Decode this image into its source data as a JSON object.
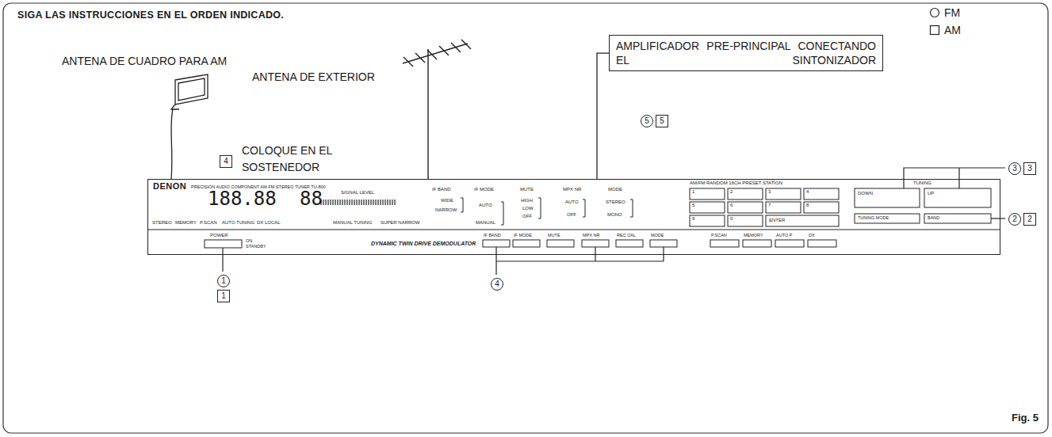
{
  "diagram": {
    "title": "SIGA LAS INSTRUCCIONES EN EL ORDEN INDICADO.",
    "nodes": [
      {
        "text": [
          "AMPLIFICADOR PRE-PRINCIPAL CONECTANDO EL SINTONIZADOR"
        ]
      },
      {
        "text": [
          "DENON",
          "PRECISION AUDIO COMPONENT AM-FM STEREO TUNER TU-800"
        ]
      }
    ],
    "edges": [
      {
        "from": 0,
        "to": 1,
        "arrow": "none"
      }
    ],
    "labels": [
      "ANTENA DE EXTERIOR",
      "ANTENA DE CUADRO PARA AM",
      "COLOQUE EN EL SOSTENEDOR",
      "4",
      "5",
      "5",
      "3",
      "3",
      "2",
      "2",
      "1",
      "1",
      "4",
      "Fig. 5",
      "188.88",
      "88",
      "STEREO",
      "MEMORY",
      "P.SCAN",
      "AUTO TUNING",
      "DX LOCAL",
      "SIGNAL LEVEL",
      "MANUAL TUNING",
      "SUPER NARROW",
      "IF BAND",
      "WIDE",
      "NARROW",
      "IF MODE",
      "AUTO",
      "MANUAL",
      "MUTE",
      "HIGH",
      "LOW",
      "OFF",
      "MPX NR",
      "AUTO",
      "OFF",
      "MODE",
      "STEREO",
      "MONO",
      "AM/FM RANDOM 16CH PRESET STATION",
      "1",
      "2",
      "3",
      "4",
      "5",
      "6",
      "7",
      "8",
      "9",
      "0",
      "ENTER",
      "TUNING",
      "DOWN",
      "UP",
      "TUNING MODE",
      "BAND",
      "POWER",
      "ON",
      "STANDBY",
      "DYNAMIC TWIN DRIVE DEMODULATOR",
      "IF BAND",
      "IF MODE",
      "MUTE",
      "MPX NR",
      "REC CAL",
      "MODE",
      "P.SCAN",
      "MEMORY",
      "AUTO P",
      "DX"
    ],
    "legend": [
      {
        "text": "FM"
      },
      {
        "text": "AM"
      }
    ]
  }
}
